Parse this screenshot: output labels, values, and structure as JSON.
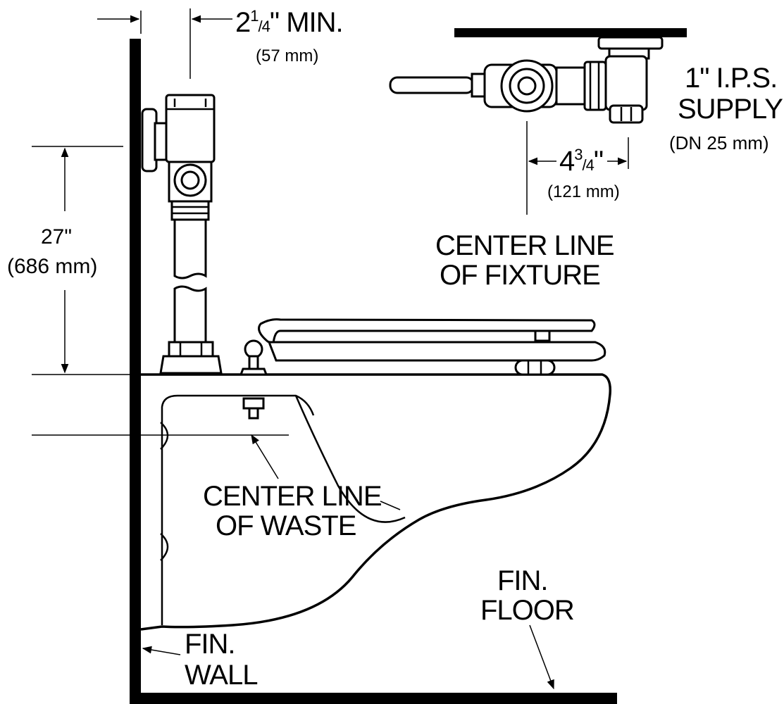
{
  "dimensions": {
    "setback": {
      "whole": "2",
      "numerator": "1",
      "denominator": "4",
      "suffix": "\" MIN.",
      "metric": "(57 mm)"
    },
    "height": {
      "imperial": "27\"",
      "metric": "(686 mm)"
    },
    "offset": {
      "whole": "4",
      "numerator": "3",
      "denominator": "4",
      "suffix": "\"",
      "metric": "(121 mm)"
    }
  },
  "labels": {
    "supply": {
      "line1": "1\"  I.P.S.",
      "line2": "SUPPLY",
      "line3": "(DN  25 mm)"
    },
    "centerline_fixture": {
      "line1": "CENTER LINE",
      "line2": "OF  FIXTURE"
    },
    "centerline_waste": {
      "line1": "CENTER LINE",
      "line2": "OF  WASTE"
    },
    "fin_wall": {
      "line1": "FIN.",
      "line2": "WALL"
    },
    "fin_floor": {
      "line1": "FIN.",
      "line2": "FLOOR"
    }
  }
}
